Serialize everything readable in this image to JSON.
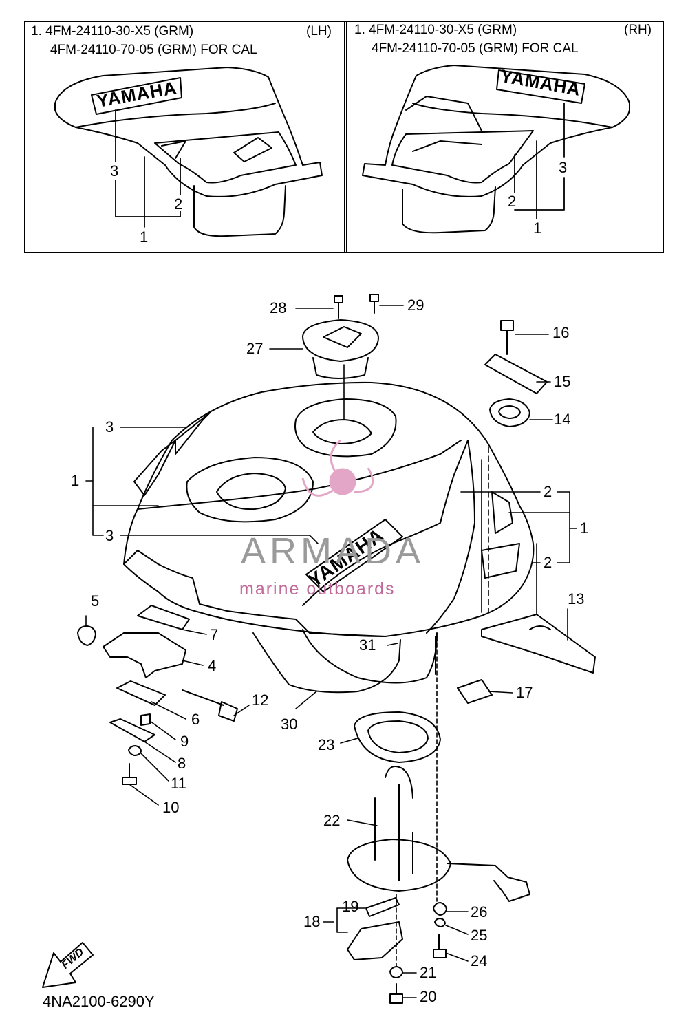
{
  "insets": {
    "lh": {
      "line1": "1. 4FM-24110-30-X5 (GRM)",
      "side": "(LH)",
      "line2": "4FM-24110-70-05 (GRM) FOR CAL",
      "labels": [
        "3",
        "2",
        "1"
      ]
    },
    "rh": {
      "line1": "1. 4FM-24110-30-X5 (GRM)",
      "side": "(RH)",
      "line2": "4FM-24110-70-05 (GRM) FOR CAL",
      "labels": [
        "3",
        "2",
        "1"
      ]
    },
    "logo_text": "YAMAHA"
  },
  "callouts": [
    "28",
    "29",
    "27",
    "16",
    "15",
    "14",
    "3",
    "1",
    "3",
    "2",
    "1",
    "2",
    "5",
    "7",
    "4",
    "12",
    "6",
    "9",
    "8",
    "11",
    "10",
    "30",
    "31",
    "13",
    "17",
    "23",
    "22",
    "19",
    "18",
    "26",
    "25",
    "24",
    "21",
    "20"
  ],
  "tank_logo_text": "YAMAHA",
  "watermark": {
    "word": "ARMADA",
    "sub": "marine outboards",
    "accent_color": "#e3a6c6"
  },
  "fwd_text": "FWD",
  "diagram_code": "4NA2100-6290Y"
}
